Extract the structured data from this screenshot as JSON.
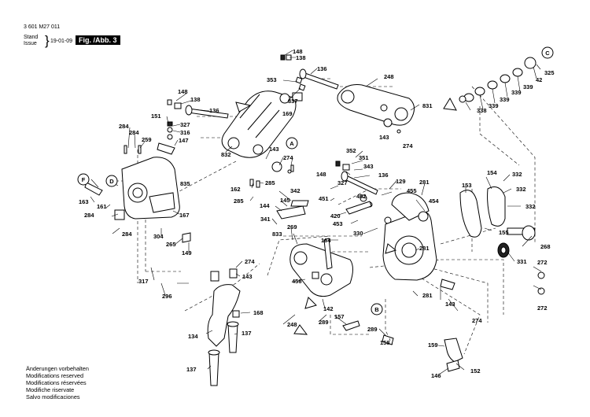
{
  "header": {
    "doc_number": "3 601 M27 011",
    "stand_label": "Stand",
    "issue_label": "Issue",
    "brace": "}",
    "date": "19-01-09",
    "figure_label": "Fig. /Abb. 3"
  },
  "footer_notes": [
    "Änderungen vorbehalten",
    "Modifications reserved",
    "Modifications réservées",
    "Modifiche riservate",
    "Salvo modificaciones"
  ],
  "callouts": [
    "A",
    "B",
    "C",
    "D",
    "F"
  ],
  "part_labels": [
    "148",
    "138",
    "136",
    "353",
    "337",
    "248",
    "831",
    "169",
    "143",
    "274",
    "832",
    "143",
    "274",
    "148",
    "138",
    "136",
    "151",
    "327",
    "316",
    "147",
    "284",
    "284",
    "259",
    "835",
    "163",
    "161",
    "284",
    "167",
    "304",
    "265",
    "149",
    "284",
    "317",
    "296",
    "352",
    "351",
    "343",
    "148",
    "136",
    "129",
    "281",
    "327",
    "451",
    "455",
    "454",
    "452",
    "420",
    "453",
    "330",
    "342",
    "145",
    "285",
    "162",
    "285",
    "144",
    "341",
    "269",
    "833",
    "164",
    "281",
    "456",
    "142",
    "248",
    "289",
    "157",
    "289",
    "158",
    "281",
    "143",
    "274",
    "159",
    "146",
    "152",
    "274",
    "143",
    "168",
    "134",
    "137",
    "137",
    "153",
    "154",
    "332",
    "332",
    "332",
    "155",
    "268",
    "331",
    "272",
    "272",
    "42",
    "325",
    "339",
    "339",
    "339",
    "339",
    "338"
  ]
}
